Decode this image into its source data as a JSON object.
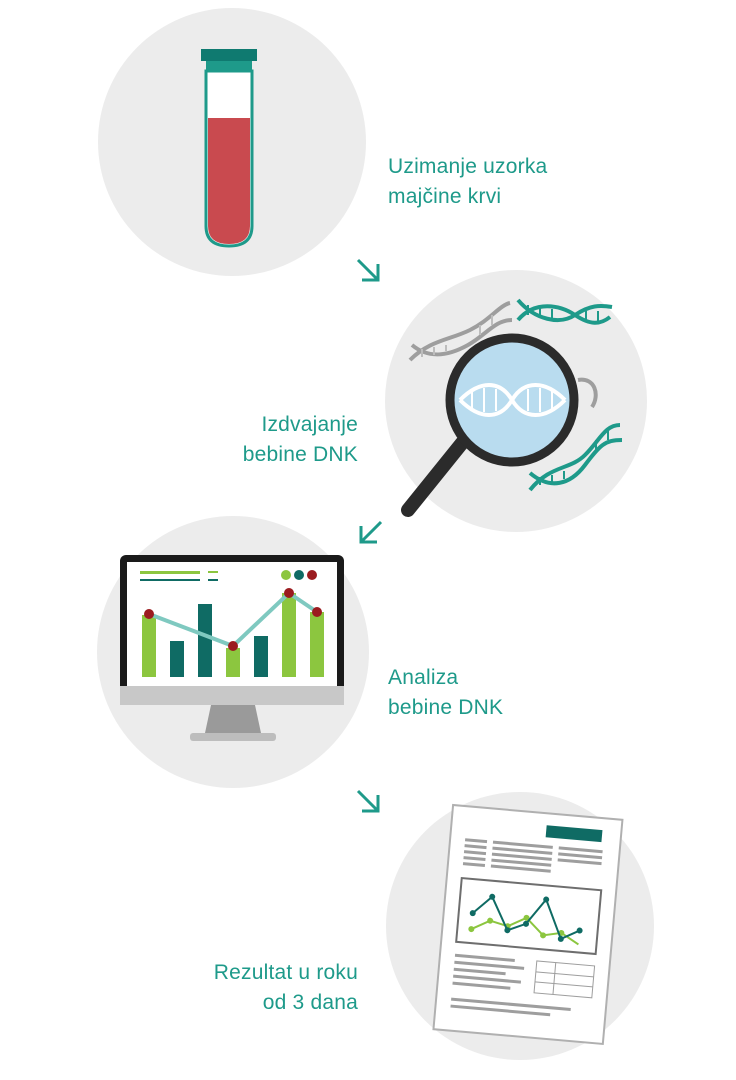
{
  "steps": [
    {
      "line1": "Uzimanje uzorka",
      "line2": "majčine krvi"
    },
    {
      "line1": "Izdvajanje",
      "line2": "bebine DNK"
    },
    {
      "line1": "Analiza",
      "line2": "bebine DNK"
    },
    {
      "line1": "Rezultat u roku",
      "line2": "od 3 dana"
    }
  ],
  "colors": {
    "teal": "#1e9a8a",
    "dark_teal": "#0f6b64",
    "green": "#8cc63f",
    "blood": "#c94a4f",
    "dot_red": "#9b1b1f",
    "circle": "#ececec",
    "lens": "#b9dcef"
  },
  "icons": [
    "blood-tube-icon",
    "dna-magnifier-icon",
    "monitor-chart-icon",
    "report-document-icon",
    "arrow-down-right-icon",
    "arrow-down-left-icon"
  ]
}
